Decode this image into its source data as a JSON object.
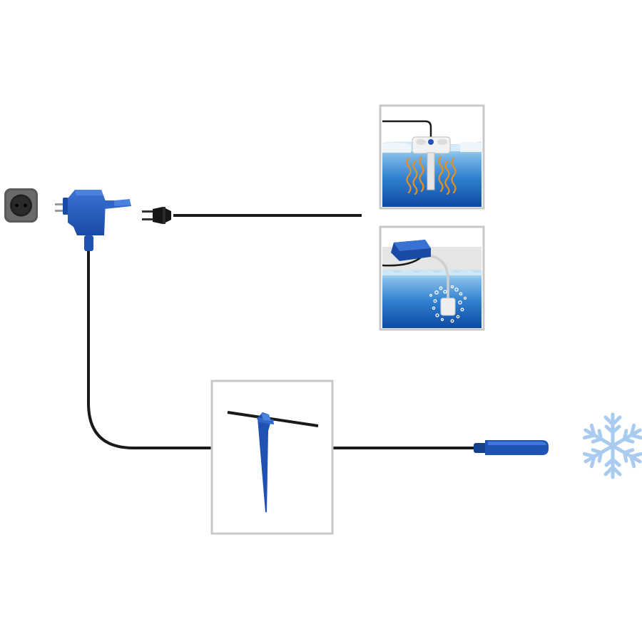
{
  "diagram": {
    "colors": {
      "device_blue": "#1f52b3",
      "device_blue_dark": "#163f8c",
      "cable": "#1a1a1a",
      "frame_border": "#c8c8c8",
      "water_light": "#bfe0f3",
      "water_mid": "#3f8fd8",
      "water_deep": "#0e4fa8",
      "ice_white": "#eef6fb",
      "heat_wave": "#e8901e",
      "snowflake": "#a9cbef",
      "socket_gray": "#5c5c5c"
    },
    "components": [
      {
        "id": "wall-socket",
        "icon": "wall-socket-icon"
      },
      {
        "id": "transformer-plug",
        "icon": "transformer-plug-icon"
      },
      {
        "id": "connector-plug",
        "icon": "two-pin-plug-icon"
      },
      {
        "id": "heater-panel",
        "icon": "pond-heater-icon"
      },
      {
        "id": "air-pump-panel",
        "icon": "air-pump-icon"
      },
      {
        "id": "ground-stake-panel",
        "icon": "ground-stake-icon"
      },
      {
        "id": "temperature-sensor",
        "icon": "sensor-probe-icon"
      },
      {
        "id": "frost",
        "icon": "snowflake-icon"
      }
    ]
  }
}
